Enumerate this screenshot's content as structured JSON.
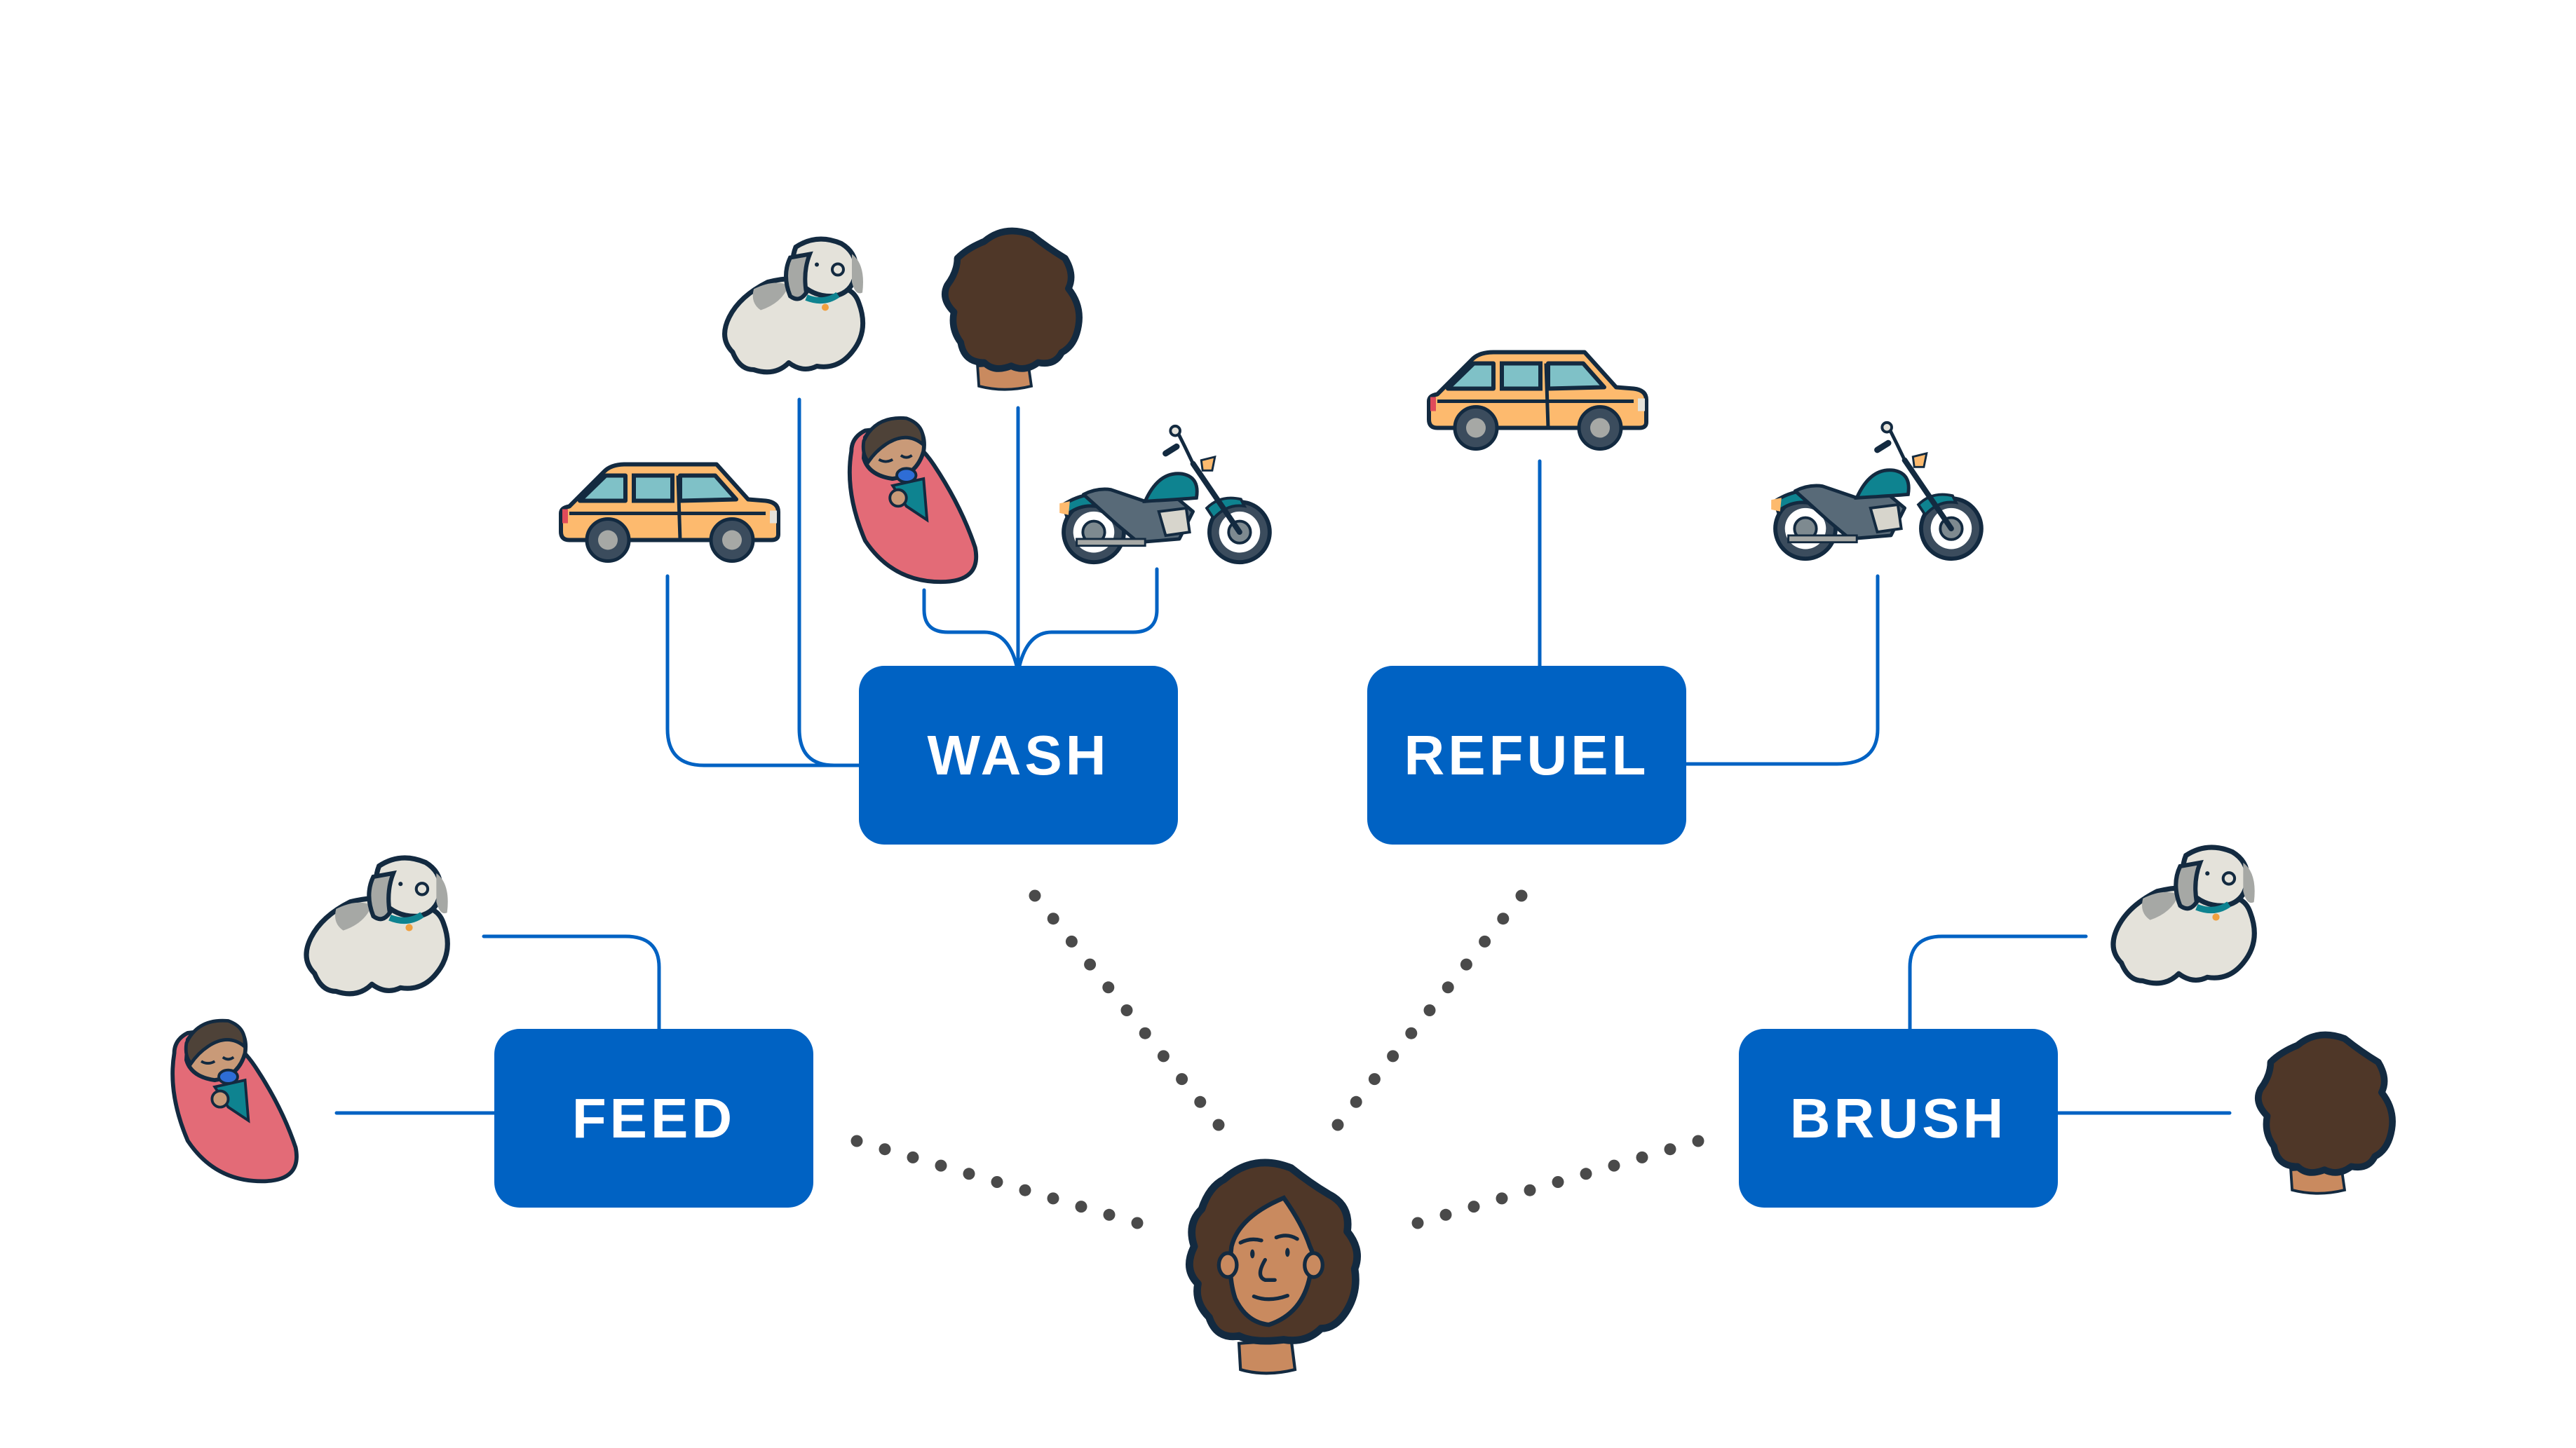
{
  "diagram": {
    "title": "",
    "center_person": {
      "name": "person-face",
      "label": ""
    },
    "colors": {
      "box_fill": "#0062C3",
      "box_text": "#FFFFFF",
      "connector": "#0062C3",
      "dots": "#4A4A4A",
      "background": "#FFFFFF"
    },
    "tasks": [
      {
        "id": "wash",
        "label": "WASH",
        "objects": [
          "car",
          "dog",
          "baby",
          "person-hair",
          "motorcycle"
        ]
      },
      {
        "id": "refuel",
        "label": "REFUEL",
        "objects": [
          "car",
          "motorcycle"
        ]
      },
      {
        "id": "feed",
        "label": "FEED",
        "objects": [
          "dog",
          "baby"
        ]
      },
      {
        "id": "brush",
        "label": "BRUSH",
        "objects": [
          "dog",
          "person-hair"
        ]
      }
    ],
    "relations": [
      {
        "from": "person",
        "to": "wash",
        "style": "dotted"
      },
      {
        "from": "person",
        "to": "refuel",
        "style": "dotted"
      },
      {
        "from": "person",
        "to": "feed",
        "style": "dotted"
      },
      {
        "from": "person",
        "to": "brush",
        "style": "dotted"
      }
    ]
  }
}
